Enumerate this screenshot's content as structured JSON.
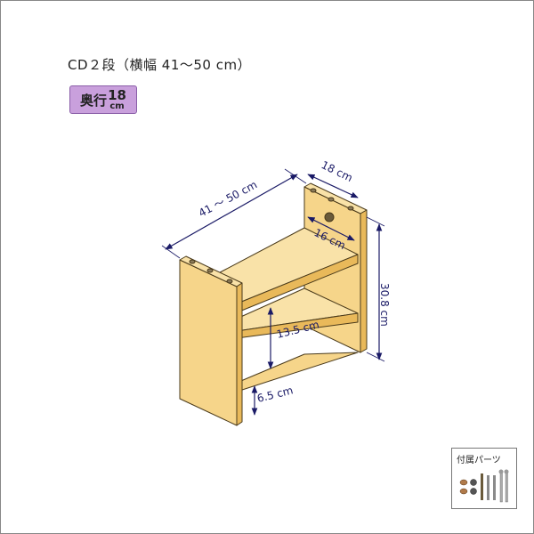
{
  "title": "CD２段（横幅 41〜50 cm）",
  "depth_badge": {
    "label": "奥行",
    "number": "18",
    "unit": "cm"
  },
  "dimensions": {
    "width": "41 ～ 50 cm",
    "depth": "18 cm",
    "inner_depth": "16 cm",
    "height": "30.8 cm",
    "shelf_gap": "13.5 cm",
    "base_gap": "6.5 cm"
  },
  "parts": {
    "label": "付属パーツ"
  },
  "colors": {
    "wood": "#f6d58a",
    "wood_shadow": "#e9b95a",
    "outline": "#4a3a1a",
    "dimension": "#1a1a66",
    "badge": "#c9a0dc"
  }
}
